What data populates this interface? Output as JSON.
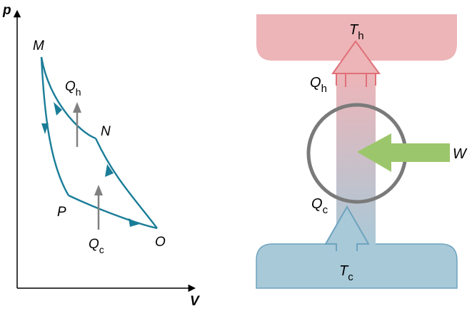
{
  "pv_diagram": {
    "axes": {
      "y_label": "p",
      "x_label": "V"
    },
    "points": {
      "M": "M",
      "N": "N",
      "O": "O",
      "P": "P"
    },
    "heat_in": {
      "symbol": "Q",
      "subscript": "h"
    },
    "heat_out": {
      "symbol": "Q",
      "subscript": "c"
    }
  },
  "engine_diagram": {
    "hot_reservoir": {
      "symbol": "T",
      "subscript": "h"
    },
    "cold_reservoir": {
      "symbol": "T",
      "subscript": "c"
    },
    "heat_out_hot": {
      "symbol": "Q",
      "subscript": "h"
    },
    "heat_in_cold": {
      "symbol": "Q",
      "subscript": "c"
    },
    "work": {
      "symbol": "W"
    }
  },
  "colors": {
    "curve": "#1a7d98",
    "arrow_gray": "#808080",
    "hot": "#edb5b8",
    "hot_stroke": "#e07078",
    "cold": "#a8c9d8",
    "cold_stroke": "#6ea3bf",
    "work_green": "#9cc66b",
    "circle": "#7a7a7a"
  }
}
